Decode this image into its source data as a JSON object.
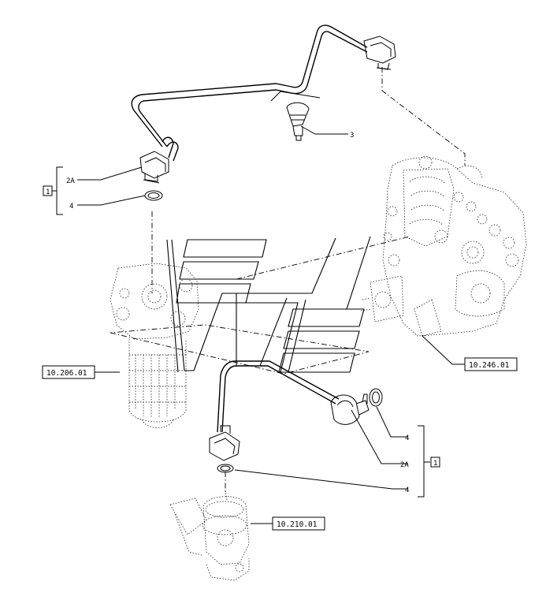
{
  "callouts": {
    "top_tube": "2A",
    "top_seal": "4",
    "clip": "3",
    "bottom_seal_a": "4",
    "bottom_tube": "2A",
    "bottom_seal_b": "4",
    "group_top": "1",
    "group_bottom": "1"
  },
  "references": {
    "filter": "10.206.01",
    "pump": "10.246.01",
    "lift_pump": "10.210.01"
  },
  "icons": {
    "watermark": "publisher-logo-watermark"
  }
}
